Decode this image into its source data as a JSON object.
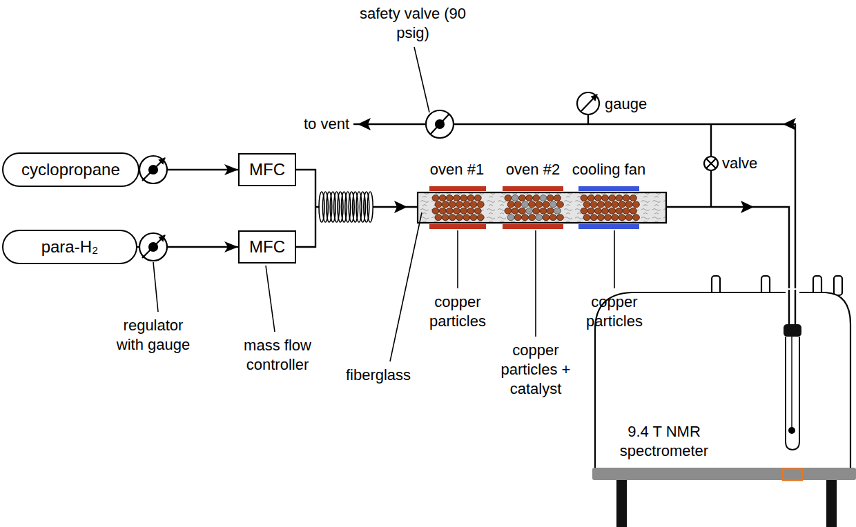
{
  "diagram": {
    "nodes": [
      {
        "text": [
          "cyclopropane"
        ]
      },
      {
        "text": [
          "MFC"
        ]
      },
      {
        "text": [
          "para-H₂"
        ]
      },
      {
        "text": [
          "MFC"
        ]
      }
    ],
    "edges": [
      {
        "from": 0,
        "to": 1,
        "arrow": "to"
      },
      {
        "from": 2,
        "to": 3,
        "arrow": "to"
      }
    ],
    "labels": [
      "safety valve (90 psig)",
      "gauge",
      "to vent",
      "valve",
      "oven #1",
      "oven #2",
      "cooling fan",
      "copper particles",
      "copper particles + catalyst",
      "copper particles",
      "regulator with gauge",
      "mass flow controller",
      "fiberglass",
      "9.4 T NMR spectrometer"
    ]
  }
}
